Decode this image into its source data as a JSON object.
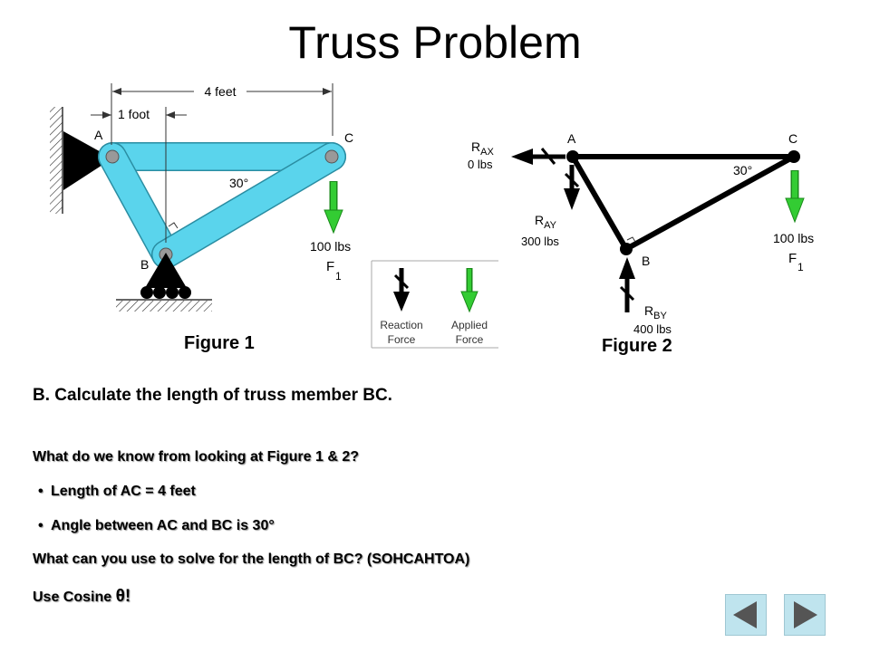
{
  "slide": {
    "title": "Truss Problem"
  },
  "figure1": {
    "dim_4ft": "4 feet",
    "dim_1ft": "1 foot",
    "label_a": "A",
    "label_b": "B",
    "label_c": "C",
    "angle": "30°",
    "force_value": "100 lbs",
    "force_name": "F",
    "force_sub": "1",
    "caption": "Figure 1",
    "member_color": "#5ad4ec"
  },
  "legend": {
    "reaction_line1": "Reaction",
    "reaction_line2": "Force",
    "applied_line1": "Applied",
    "applied_line2": "Force"
  },
  "figure2": {
    "label_a": "A",
    "label_b": "B",
    "label_c": "C",
    "angle": "30°",
    "rax_main": "R",
    "rax_sub": "AX",
    "rax_value": "0 lbs",
    "ray_main": "R",
    "ray_sub": "AY",
    "ray_value": "300 lbs",
    "rby_main": "R",
    "rby_sub": "BY",
    "rby_value": "400 lbs",
    "force_value": "100 lbs",
    "force_name": "F",
    "force_sub": "1",
    "caption": "Figure 2"
  },
  "content": {
    "question": "B.  Calculate the length of truss member BC.",
    "know_heading": "What do we know from looking at Figure 1 & 2?",
    "bullets": [
      "Length of AC = 4 feet",
      "Angle between AC and BC is 30°"
    ],
    "solve_line": "What can you use to solve for the length of BC? (SOHCAHTOA)",
    "cosine_prefix": "Use Cosine ",
    "cosine_symbol": "θ!"
  },
  "nav": {
    "prev_icon": "triangle-left-icon",
    "next_icon": "triangle-right-icon",
    "button_color": "#bfe4ee",
    "arrow_color": "#555555"
  },
  "colors": {
    "applied_force": "#33cc33",
    "reaction_force": "#000000"
  }
}
